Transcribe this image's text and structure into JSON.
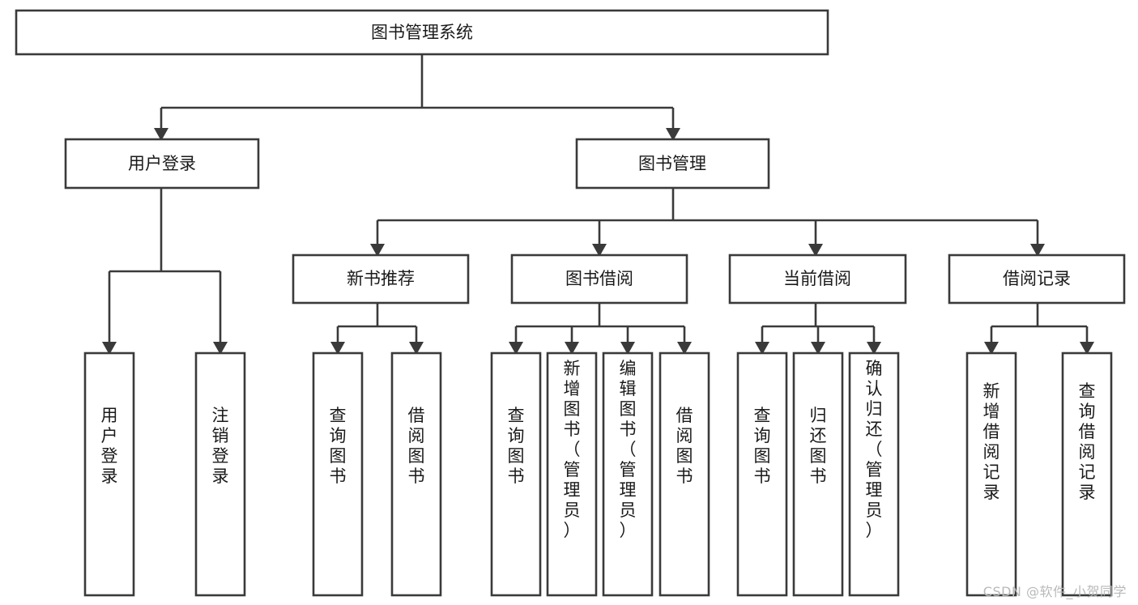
{
  "diagram": {
    "title": "图书管理系统",
    "type": "tree",
    "watermark": "CSDN @软件_小贺同学",
    "colors": {
      "stroke": "#3a3a3a",
      "box_fill": "#ffffff",
      "text": "#1a1a1a",
      "background": "#ffffff",
      "watermark": "#b9b9b9"
    },
    "root": {
      "id": "root",
      "label": "图书管理系统",
      "orientation": "horizontal"
    },
    "level2": [
      {
        "id": "user-login",
        "label": "用户登录",
        "orientation": "horizontal"
      },
      {
        "id": "book-manage",
        "label": "图书管理",
        "orientation": "horizontal"
      }
    ],
    "level3": [
      {
        "id": "new-book-recommend",
        "label": "新书推荐",
        "parent": "book-manage",
        "orientation": "horizontal"
      },
      {
        "id": "book-borrow",
        "label": "图书借阅",
        "parent": "book-manage",
        "orientation": "horizontal"
      },
      {
        "id": "current-borrow",
        "label": "当前借阅",
        "parent": "book-manage",
        "orientation": "horizontal"
      },
      {
        "id": "borrow-record",
        "label": "借阅记录",
        "parent": "book-manage",
        "orientation": "horizontal"
      }
    ],
    "leaves": [
      {
        "id": "leaf-user-login",
        "label": "用户登录",
        "parent": "user-login",
        "orientation": "vertical"
      },
      {
        "id": "leaf-user-logout",
        "label": "注销登录",
        "parent": "user-login",
        "orientation": "vertical"
      },
      {
        "id": "leaf-query-book-1",
        "label": "查询图书",
        "parent": "new-book-recommend",
        "orientation": "vertical"
      },
      {
        "id": "leaf-borrow-book-1",
        "label": "借阅图书",
        "parent": "new-book-recommend",
        "orientation": "vertical"
      },
      {
        "id": "leaf-query-book-2",
        "label": "查询图书",
        "parent": "book-borrow",
        "orientation": "vertical"
      },
      {
        "id": "leaf-add-book",
        "label": "新增图书（管理员）",
        "parent": "book-borrow",
        "orientation": "vertical"
      },
      {
        "id": "leaf-edit-book",
        "label": "编辑图书（管理员）",
        "parent": "book-borrow",
        "orientation": "vertical"
      },
      {
        "id": "leaf-borrow-book-2",
        "label": "借阅图书",
        "parent": "book-borrow",
        "orientation": "vertical"
      },
      {
        "id": "leaf-query-book-3",
        "label": "查询图书",
        "parent": "current-borrow",
        "orientation": "vertical"
      },
      {
        "id": "leaf-return-book",
        "label": "归还图书",
        "parent": "current-borrow",
        "orientation": "vertical"
      },
      {
        "id": "leaf-confirm-return",
        "label": "确认归还（管理员）",
        "parent": "current-borrow",
        "orientation": "vertical"
      },
      {
        "id": "leaf-add-record",
        "label": "新增借阅记录",
        "parent": "borrow-record",
        "orientation": "vertical"
      },
      {
        "id": "leaf-query-record",
        "label": "查询借阅记录",
        "parent": "borrow-record",
        "orientation": "vertical"
      }
    ]
  }
}
